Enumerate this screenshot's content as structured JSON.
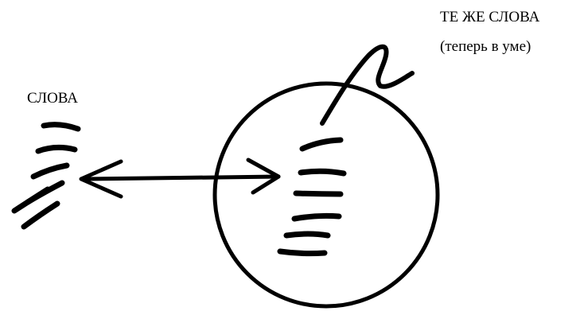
{
  "labels": {
    "words": "СЛОВА",
    "same_words": "ТЕ ЖЕ СЛОВА",
    "now_in_mind": "(теперь в уме)"
  },
  "colors": {
    "ink": "#000000",
    "background": "#ffffff"
  }
}
